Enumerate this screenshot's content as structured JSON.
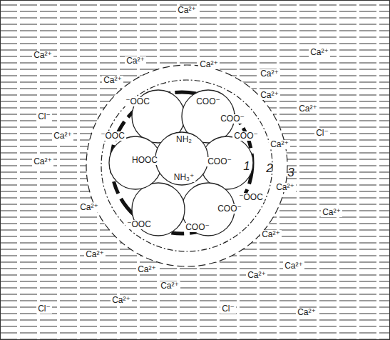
{
  "diagram": {
    "labels": [
      "Ca²⁺",
      "Ca²⁺",
      "Ca²⁺",
      "Ca²⁺",
      "Ca²⁺",
      "Ca²⁺",
      "Ca²⁺",
      "Cl⁻",
      "Ca²⁺",
      "Ca²⁺",
      "⁻OOC",
      "COO⁻",
      "COO⁻",
      "COO⁻",
      "Ca²⁺",
      "⁻OOC",
      "HOOC",
      "NH₂",
      "NH₃⁺",
      "COO⁻",
      "Cl⁻",
      "Ca²⁺",
      "1",
      "2",
      "3",
      "Ca²⁺",
      "Ca²⁺",
      "⁻OOC",
      "COO⁻",
      "Ca²⁺",
      "Ca²⁺",
      "⁻OOC",
      "COO⁻",
      "Ca²⁺",
      "Ca²⁺",
      "Ca²⁺",
      "Ca²⁺",
      "Ca²⁺",
      "Ca²⁺",
      "Ca²⁺",
      "Ca²⁺",
      "Cl⁻",
      "Cl⁻"
    ]
  }
}
